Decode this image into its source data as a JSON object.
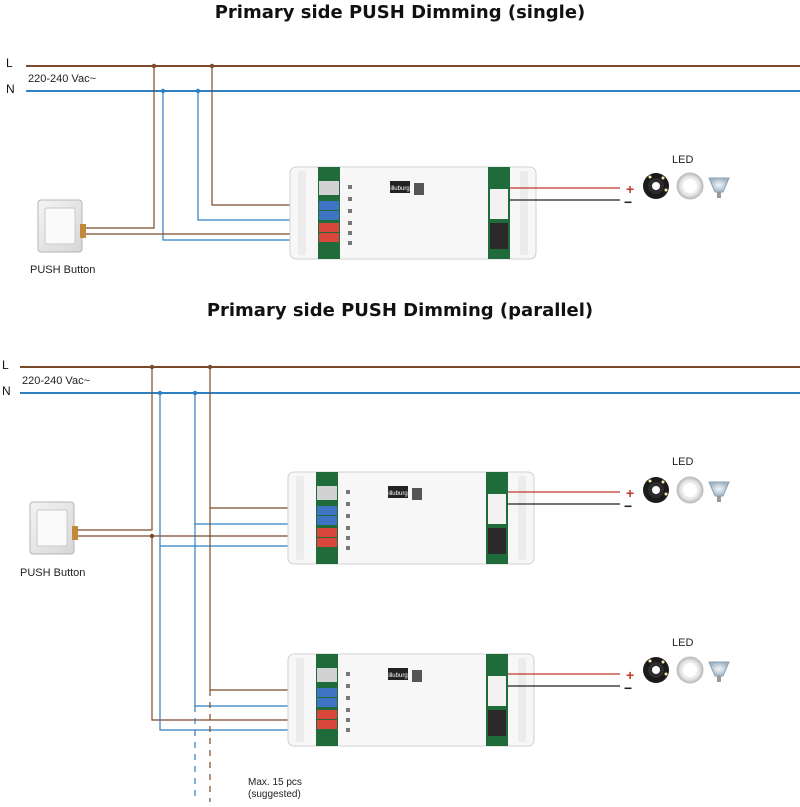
{
  "diagrams": [
    {
      "title": "Primary side PUSH Dimming (single)",
      "line_label": "L",
      "neutral_label": "N",
      "voltage_label": "220-240 Vac~",
      "push_button_label": "PUSH Button",
      "led_label": "LED",
      "driver_brand": "illuburg"
    },
    {
      "title": "Primary side PUSH Dimming (parallel)",
      "line_label": "L",
      "neutral_label": "N",
      "voltage_label": "220-240 Vac~",
      "push_button_label": "PUSH Button",
      "led_label_1": "LED",
      "led_label_2": "LED",
      "driver_brand": "illuburg",
      "max_note_line1": "Max. 15 pcs",
      "max_note_line2": "(suggested)"
    }
  ],
  "polarity": {
    "plus": "+",
    "minus": "−"
  },
  "colors": {
    "live_wire": "#7b4a2a",
    "neutral_wire": "#2f7fc4",
    "led_positive": "#c0392b",
    "led_negative": "#222222",
    "terminal_green": "#1f6b3a",
    "terminal_red": "#d9463b",
    "terminal_blue": "#3d74c4"
  }
}
